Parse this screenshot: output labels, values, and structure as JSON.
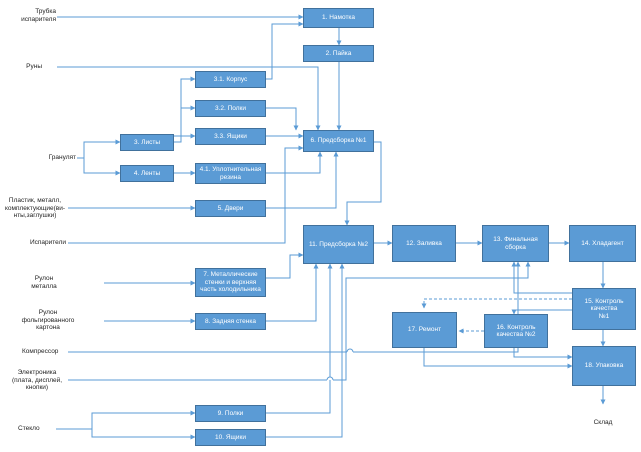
{
  "inputs": {
    "tube": "Трубка\nиспарителя",
    "pipes": "Руны",
    "granulate": "Гранулят",
    "plastic": "Пластик, металл,\nкомплектующие(ви-\nнты,заглушки)",
    "evaporators": "Испарители",
    "metal_roll": "Рулон\nметалла",
    "cardboard_roll": "Рулон\nфольгированного\nкартона",
    "compressor": "Компрессор",
    "electronics": "Электроника\n(плата, дисплей,\nкнопки)",
    "glass": "Стекло",
    "warehouse": "Склад"
  },
  "steps": {
    "s1": "1. Намотка",
    "s2": "2. Пайка",
    "s31": "3.1. Корпус",
    "s32": "3.2. Полки",
    "s33": "3.3. Ящики",
    "s3": "3. Листы",
    "s4": "4. Ленты",
    "s41": "4.1. Уплотнительная\nрезина",
    "s5": "5. Двери",
    "s6": "6. Предсборка №1",
    "s7": "7. Металлические\nстенки и верхняя\nчасть холодильника",
    "s8": "8. Задняя стенка",
    "s9": "9. Полки",
    "s10": "10. Ящики",
    "s11": "11. Предсборка №2",
    "s12": "12. Заливка",
    "s13": "13. Финальная\nсборка",
    "s14": "14. Хладагент",
    "s15": "15. Контроль\nкачества\n№1",
    "s16": "16. Контроль\nкачества №2",
    "s17": "17. Ремонт",
    "s18": "18. Упаковка"
  },
  "colors": {
    "box_fill": "#5b9bd5",
    "box_border": "#41719c",
    "connector": "#5b9bd5"
  }
}
